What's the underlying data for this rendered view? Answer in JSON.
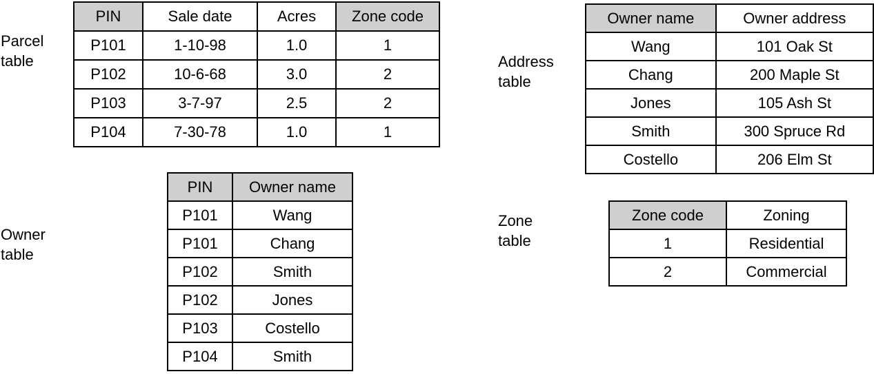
{
  "parcel": {
    "label": "Parcel\ntable",
    "headers": [
      "PIN",
      "Sale date",
      "Acres",
      "Zone code"
    ],
    "rows": [
      [
        "P101",
        "1-10-98",
        "1.0",
        "1"
      ],
      [
        "P102",
        "10-6-68",
        "3.0",
        "2"
      ],
      [
        "P103",
        "3-7-97",
        "2.5",
        "2"
      ],
      [
        "P104",
        "7-30-78",
        "1.0",
        "1"
      ]
    ]
  },
  "owner": {
    "label": "Owner\ntable",
    "headers": [
      "PIN",
      "Owner name"
    ],
    "rows": [
      [
        "P101",
        "Wang"
      ],
      [
        "P101",
        "Chang"
      ],
      [
        "P102",
        "Smith"
      ],
      [
        "P102",
        "Jones"
      ],
      [
        "P103",
        "Costello"
      ],
      [
        "P104",
        "Smith"
      ]
    ]
  },
  "address": {
    "label": "Address\ntable",
    "headers": [
      "Owner name",
      "Owner address"
    ],
    "rows": [
      [
        "Wang",
        "101 Oak St"
      ],
      [
        "Chang",
        "200 Maple St"
      ],
      [
        "Jones",
        "105 Ash St"
      ],
      [
        "Smith",
        "300 Spruce Rd"
      ],
      [
        "Costello",
        "206 Elm St"
      ]
    ]
  },
  "zone": {
    "label": "Zone\ntable",
    "headers": [
      "Zone code",
      "Zoning"
    ],
    "rows": [
      [
        "1",
        "Residential"
      ],
      [
        "2",
        "Commercial"
      ]
    ]
  },
  "colors": {
    "header_shading": "#cfcfcf",
    "border": "#000000",
    "background": "#ffffff"
  }
}
